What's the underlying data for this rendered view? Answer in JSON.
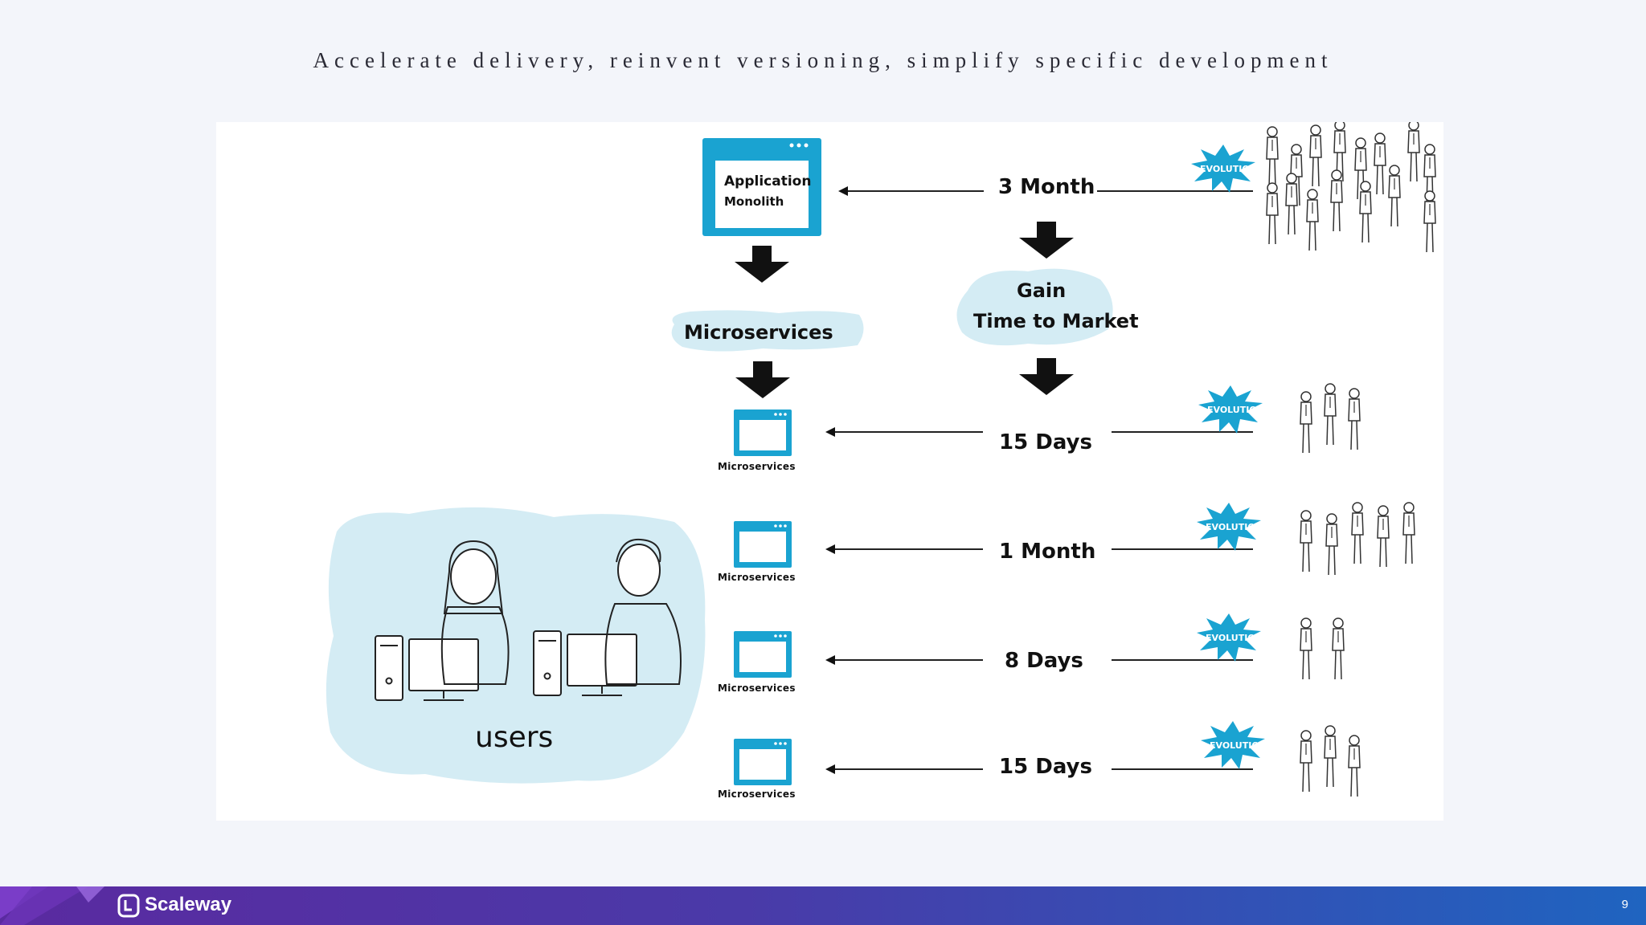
{
  "slide": {
    "title": "Accelerate delivery, reinvent versioning, simplify specific development",
    "page_number": "9"
  },
  "brand": {
    "name": "Scaleway"
  },
  "diagram": {
    "monolith_label_1": "Application",
    "monolith_label_2": "Monolith",
    "microservices_cloud": "Microservices",
    "gain_line_1": "Gain",
    "gain_line_2": "Time to Market",
    "users_label": "users",
    "box_caption": "Microservices",
    "evolution_label": "EVOLUTION",
    "timeline": {
      "top": "3 Month",
      "rows": [
        "15 Days",
        "1 Month",
        "8 Days",
        "15 Days"
      ]
    }
  },
  "colors": {
    "accent": "#1aa3d1",
    "cloud": "#d4ecf4",
    "footer_start": "#5a2aa0",
    "footer_end": "#1f64c0"
  }
}
